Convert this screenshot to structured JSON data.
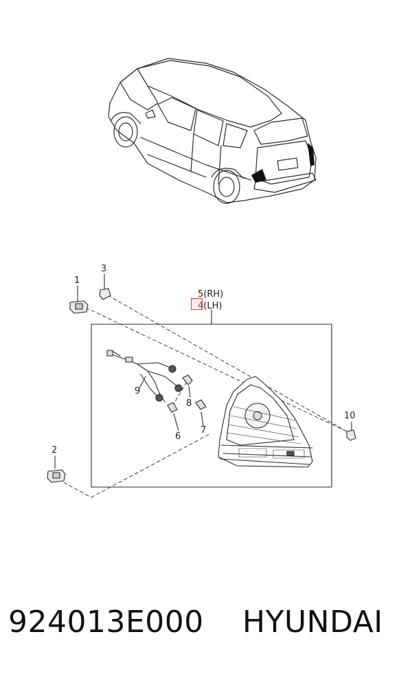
{
  "diagram": {
    "callouts": {
      "c1": "1",
      "c2": "2",
      "c3": "3",
      "c5": "5",
      "c5_suffix": "(RH)",
      "c4": "4",
      "c4_suffix": "(LH)",
      "c6": "6",
      "c7": "7",
      "c8": "8",
      "c9": "9",
      "c10": "10"
    }
  },
  "footer": {
    "part_number": "924013E000",
    "brand": "HYUNDAI"
  },
  "colors": {
    "line": "#2a2a2a",
    "marker": "#e03a3a"
  }
}
